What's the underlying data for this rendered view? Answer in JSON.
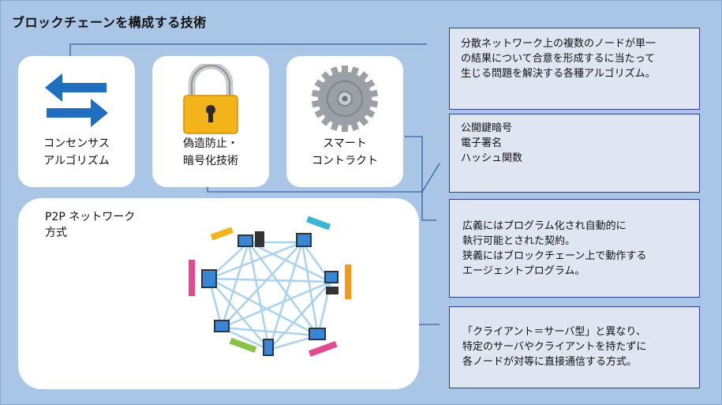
{
  "title": "ブロックチェーンを構成する技術",
  "cards": [
    {
      "line1": "コンセンサス",
      "line2": "アルゴリズム",
      "icon": "exchange-arrows-icon"
    },
    {
      "line1": "偽造防止・",
      "line2": "暗号化技術",
      "icon": "padlock-icon"
    },
    {
      "line1": "スマート",
      "line2": "コントラクト",
      "icon": "gear-icon"
    }
  ],
  "p2p": {
    "line1": "P2P ネットワーク",
    "line2": "方式",
    "icon": "p2p-network-icon"
  },
  "descriptions": [
    {
      "lines": [
        "分散ネットワーク上の複数のノードが単一",
        "の結果について合意を形成するに当たって",
        "生じる問題を解決する各種アルゴリズム。"
      ]
    },
    {
      "lines": [
        "公開鍵暗号",
        "電子署名",
        "ハッシュ関数"
      ]
    },
    {
      "lines": [
        "広義にはプログラム化され自動的に",
        "執行可能とされた契約。",
        "狭義にはブロックチェーン上で動作する",
        "エージェントプログラム。"
      ]
    },
    {
      "lines": [
        "「クライアント＝サーバ型」と異なり、",
        "特定のサーバやクライアントを持たずに",
        "各ノードが対等に直接通信する方式。"
      ]
    }
  ],
  "colors": {
    "background": "#a9c6e6",
    "arrow_blue": "#1f6fc1",
    "lock_gold": "#f2b31b",
    "gear_gray": "#9aa0a6",
    "desc_border": "#2d3f8a",
    "desc_fill": "#dfe6f2",
    "net_line": "#a9d2ef"
  }
}
